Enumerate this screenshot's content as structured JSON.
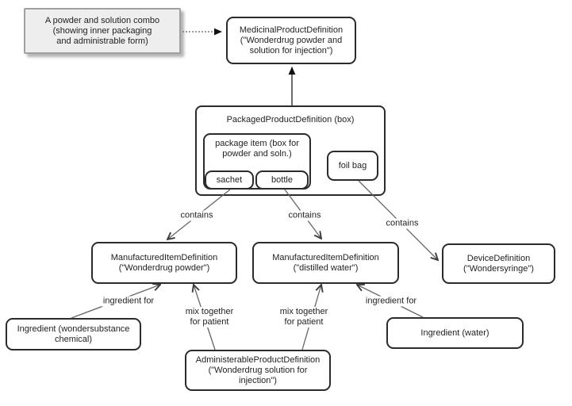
{
  "note": {
    "text": "A powder and solution combo\n(showing inner packaging\nand administrable form)"
  },
  "nodes": {
    "medicinal": {
      "label": "MedicinalProductDefinition\n(\"Wonderdrug powder and\nsolution for injection\")"
    },
    "packaged": {
      "label": "PackagedProductDefinition (box)"
    },
    "package_item": {
      "label": "package item (box for\npowder and soln.)"
    },
    "sachet": {
      "label": "sachet"
    },
    "bottle": {
      "label": "bottle"
    },
    "foil_bag": {
      "label": "foil bag"
    },
    "manufactured_powder": {
      "label": "ManufacturedItemDefinition\n(\"Wonderdrug powder\")"
    },
    "manufactured_water": {
      "label": "ManufacturedItemDefinition\n(\"distilled water\")"
    },
    "device": {
      "label": "DeviceDefinition\n(\"Wondersyringe\")"
    },
    "ingredient_chemical": {
      "label": "Ingredient (wondersubstance\nchemical)"
    },
    "ingredient_water": {
      "label": "Ingredient (water)"
    },
    "administerable": {
      "label": "AdministerableProductDefinition\n(\"Wonderdrug solution for\ninjection\")"
    }
  },
  "edge_labels": {
    "contains_sachet": "contains",
    "contains_bottle": "contains",
    "contains_foilbag": "contains",
    "ingredient_for_left": "ingredient for",
    "mix_left": "mix together\nfor patient",
    "mix_right": "mix together\nfor patient",
    "ingredient_for_right": "ingredient for"
  },
  "colors": {
    "line": "#666666",
    "node_border": "#2b2b2b",
    "note_bg": "#eeeeee",
    "note_border": "#a0a0a0",
    "text": "#1f1f1f"
  }
}
